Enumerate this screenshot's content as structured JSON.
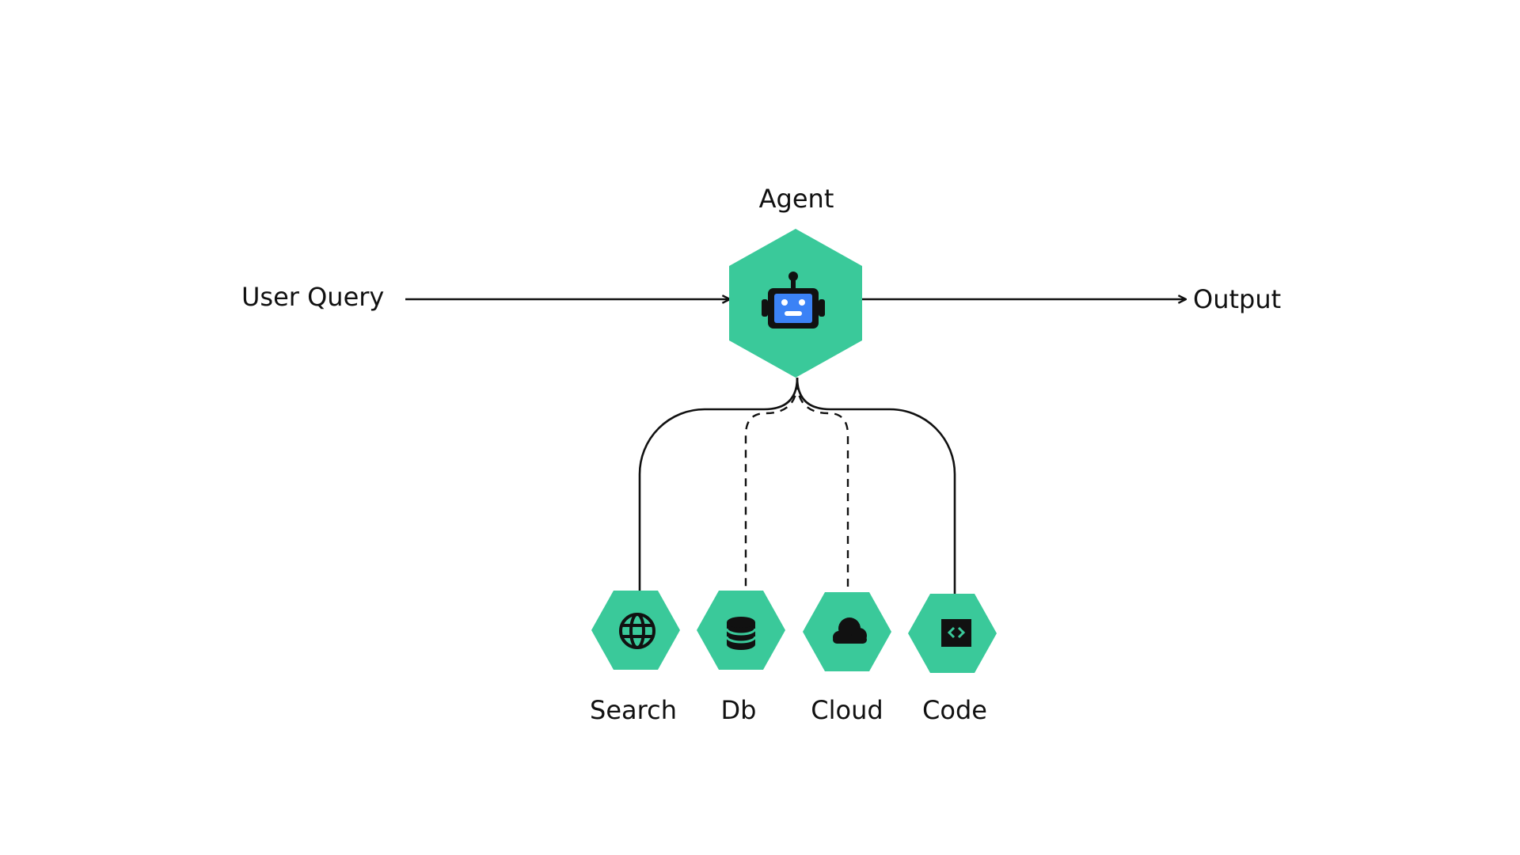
{
  "labels": {
    "agent": "Agent",
    "user_query": "User Query",
    "output": "Output"
  },
  "tools": [
    {
      "label": "Search",
      "icon": "globe-icon",
      "connector": "solid"
    },
    {
      "label": "Db",
      "icon": "database-icon",
      "connector": "dashed"
    },
    {
      "label": "Cloud",
      "icon": "cloud-icon",
      "connector": "dashed"
    },
    {
      "label": "Code",
      "icon": "code-icon",
      "connector": "solid"
    }
  ],
  "colors": {
    "hexagon": "#3AC99A",
    "stroke": "#111111",
    "robot_screen": "#3B82F6",
    "background": "#FFFFFF"
  }
}
